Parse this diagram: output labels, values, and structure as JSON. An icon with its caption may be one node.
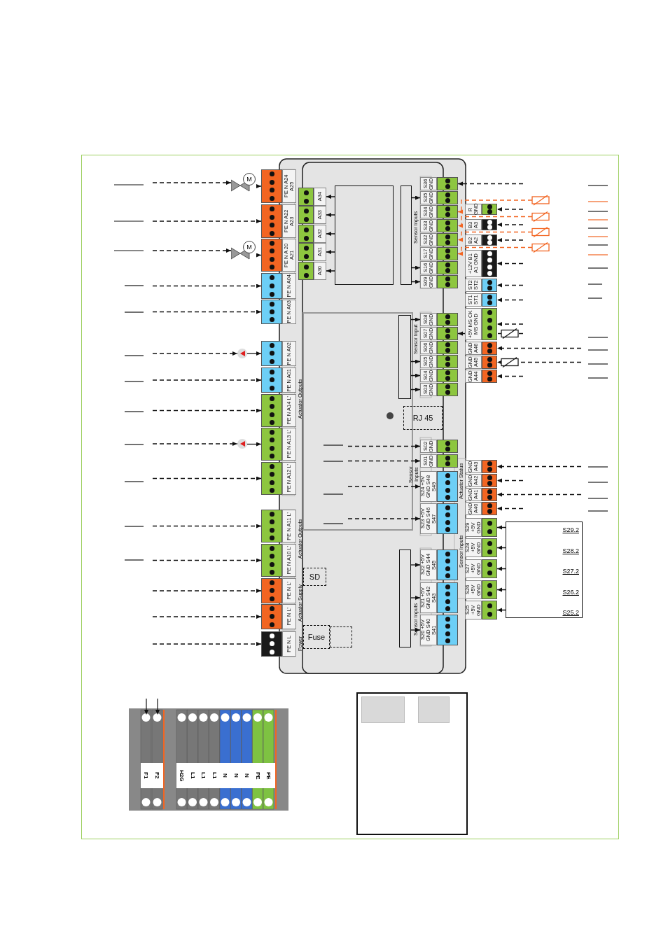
{
  "diagram": {
    "nodes": [
      {
        "text": [
          "PE N A24 A25"
        ]
      },
      {
        "text": [
          "PE N A22 A23"
        ]
      },
      {
        "text": [
          "PE N A 20 A21"
        ]
      },
      {
        "text": [
          "PE N A04"
        ]
      },
      {
        "text": [
          "PE N A03"
        ]
      },
      {
        "text": [
          "PE N A02"
        ]
      },
      {
        "text": [
          "PE N A01"
        ]
      },
      {
        "text": [
          "PE N A14 L'"
        ]
      },
      {
        "text": [
          "PE N A13 L'"
        ]
      },
      {
        "text": [
          "PE N A12 L'"
        ]
      },
      {
        "text": [
          "PE N A11 L'"
        ]
      },
      {
        "text": [
          "PE N A10 L'"
        ]
      },
      {
        "text": [
          "PE N L'"
        ]
      },
      {
        "text": [
          "PE N L'"
        ]
      },
      {
        "text": [
          "PE N L"
        ]
      },
      {
        "text": [
          "A34"
        ]
      },
      {
        "text": [
          "A33"
        ]
      },
      {
        "text": [
          "A32"
        ]
      },
      {
        "text": [
          "A31"
        ]
      },
      {
        "text": [
          "A30"
        ]
      },
      {
        "text": [
          "M"
        ]
      },
      {
        "text": [
          "M"
        ]
      },
      {
        "text": [],
        "shape": "circle"
      },
      {
        "text": [],
        "shape": "circle"
      },
      {
        "text": [],
        "shape": "box"
      },
      {
        "text": [],
        "shape": "bar"
      },
      {
        "text": [],
        "shape": "bar"
      },
      {
        "text": [],
        "shape": "bar"
      },
      {
        "text": [
          "RJ 45"
        ]
      },
      {
        "text": [
          "SD"
        ]
      },
      {
        "text": [
          "Fuse"
        ]
      },
      {
        "text": [],
        "shape": "box"
      },
      {
        "text": [
          "S36 GND"
        ]
      },
      {
        "text": [
          "S35 GND"
        ]
      },
      {
        "text": [
          "S34 GND"
        ]
      },
      {
        "text": [
          "S33 GND"
        ]
      },
      {
        "text": [
          "S32 GND"
        ]
      },
      {
        "text": [
          "S17 GND"
        ]
      },
      {
        "text": [
          "S16 GND"
        ]
      },
      {
        "text": [
          "S09 GND"
        ]
      },
      {
        "text": [
          "S08 GND"
        ]
      },
      {
        "text": [
          "S07 GND"
        ]
      },
      {
        "text": [
          "S06 GND"
        ]
      },
      {
        "text": [
          "S05 GND"
        ]
      },
      {
        "text": [
          "S04 GND"
        ]
      },
      {
        "text": [
          "S03 GND"
        ]
      },
      {
        "text": [
          "S02 GND"
        ]
      },
      {
        "text": [
          "S01 GND"
        ]
      },
      {
        "text": [
          "S24 +5V GND S48 S49"
        ]
      },
      {
        "text": [
          "S23 +5V GND S46 S47"
        ]
      },
      {
        "text": [
          "S22 +5V GND S44 S45"
        ]
      },
      {
        "text": [
          "S21 +5V GND S42 S43"
        ]
      },
      {
        "text": [
          "S20 +5V GND S40 S41"
        ]
      },
      {
        "text": [
          "R GND"
        ]
      },
      {
        "text": [
          "B3 A3"
        ]
      },
      {
        "text": [
          "B2 A2"
        ]
      },
      {
        "text": [
          "+12V B1 A1 GND"
        ]
      },
      {
        "text": [
          "ST2 ST2"
        ]
      },
      {
        "text": [
          "ST1 ST1"
        ]
      },
      {
        "text": [
          "+5V MS CK MS GND"
        ]
      },
      {
        "text": [
          "GND A46"
        ]
      },
      {
        "text": [
          "GND A45"
        ]
      },
      {
        "text": [
          "GND A44"
        ]
      },
      {
        "text": [
          "GND A43"
        ]
      },
      {
        "text": [
          "GND A42"
        ]
      },
      {
        "text": [
          "GND A41"
        ]
      },
      {
        "text": [
          "GND A40"
        ]
      },
      {
        "text": [
          "S29 +5V GND"
        ]
      },
      {
        "text": [
          "S28 +5V GND"
        ]
      },
      {
        "text": [
          "S27 +5V GND"
        ]
      },
      {
        "text": [
          "S26 +5V GND"
        ]
      },
      {
        "text": [
          "S25 +5V GND"
        ]
      },
      {
        "text": [
          "S29.2",
          "S28.2",
          "S27.2",
          "S26.2",
          "S25.2"
        ]
      }
    ],
    "edges": [
      {
        "from": null,
        "to": 20,
        "arrow": "to",
        "style": "dashed"
      },
      {
        "from": 20,
        "to": 0,
        "arrow": "to"
      },
      {
        "from": null,
        "to": 1,
        "arrow": "to",
        "style": "dashed"
      },
      {
        "from": null,
        "to": 21,
        "arrow": "to",
        "style": "dashed"
      },
      {
        "from": 21,
        "to": 2,
        "arrow": "to"
      },
      {
        "from": null,
        "to": 3,
        "arrow": "to",
        "style": "dashed"
      },
      {
        "from": null,
        "to": 4,
        "arrow": "to",
        "style": "dashed"
      },
      {
        "from": null,
        "to": 22,
        "arrow": "to",
        "style": "dashed"
      },
      {
        "from": 22,
        "to": 5,
        "arrow": "to"
      },
      {
        "from": null,
        "to": 6,
        "arrow": "to",
        "style": "dashed"
      },
      {
        "from": null,
        "to": 7,
        "arrow": "to",
        "style": "dashed"
      },
      {
        "from": null,
        "to": 23,
        "arrow": "to",
        "style": "dashed"
      },
      {
        "from": 23,
        "to": 8,
        "arrow": "to"
      },
      {
        "from": null,
        "to": 9,
        "arrow": "to",
        "style": "dashed"
      },
      {
        "from": null,
        "to": 10,
        "arrow": "to",
        "style": "dashed"
      },
      {
        "from": null,
        "to": 11,
        "arrow": "to",
        "style": "dashed"
      },
      {
        "from": null,
        "to": 12,
        "arrow": "to",
        "style": "dashed"
      },
      {
        "from": null,
        "to": 13,
        "arrow": "to",
        "style": "dashed"
      },
      {
        "from": null,
        "to": 14,
        "arrow": "to",
        "style": "dashed"
      },
      {
        "from": 24,
        "to": 15,
        "arrow": "to",
        "style": "dashed"
      },
      {
        "from": 24,
        "to": 16,
        "arrow": "to",
        "style": "dashed"
      },
      {
        "from": 24,
        "to": 17,
        "arrow": "to",
        "style": "dashed"
      },
      {
        "from": 24,
        "to": 18,
        "arrow": "to",
        "style": "dashed"
      },
      {
        "from": 24,
        "to": 19,
        "arrow": "to",
        "style": "dashed"
      },
      {
        "from": null,
        "to": 32,
        "arrow": "to",
        "style": "dashed"
      },
      {
        "from": 25,
        "to": 33,
        "arrow": "to",
        "style": "dashed"
      },
      {
        "from": 25,
        "to": 38,
        "arrow": "to",
        "style": "dashed"
      },
      {
        "from": 25,
        "to": 39,
        "arrow": "to",
        "style": "dashed"
      },
      {
        "from": null,
        "to": 34,
        "arrow": "to",
        "style": "dashed",
        "color": "#f26522"
      },
      {
        "from": null,
        "to": 35,
        "arrow": "to",
        "style": "dashed",
        "color": "#f26522"
      },
      {
        "from": null,
        "to": 36,
        "arrow": "to",
        "style": "dashed",
        "color": "#f26522"
      },
      {
        "from": null,
        "to": 37,
        "arrow": "to",
        "style": "dashed",
        "color": "#f26522"
      },
      {
        "from": null,
        "to": 53,
        "arrow": "to",
        "style": "dashed"
      },
      {
        "from": null,
        "to": 54,
        "arrow": "to",
        "style": "dashed"
      },
      {
        "from": null,
        "to": 55,
        "arrow": "to",
        "style": "dashed"
      },
      {
        "from": null,
        "to": 56,
        "arrow": "to",
        "style": "dashed"
      },
      {
        "from": null,
        "to": 57,
        "arrow": "to",
        "style": "dashed"
      },
      {
        "from": null,
        "to": 58,
        "arrow": "to",
        "style": "dashed"
      },
      {
        "from": null,
        "to": 59,
        "arrow": "to",
        "style": "dashed"
      },
      {
        "from": null,
        "to": 41,
        "arrow": "to",
        "style": "dashed"
      },
      {
        "from": null,
        "to": 60,
        "arrow": "to",
        "style": "dashed"
      },
      {
        "from": null,
        "to": 61,
        "arrow": "to",
        "style": "dashed"
      },
      {
        "from": null,
        "to": 62,
        "arrow": "to",
        "style": "dashed"
      },
      {
        "from": 26,
        "to": 40,
        "arrow": "to",
        "style": "dashed"
      },
      {
        "from": 26,
        "to": 43,
        "arrow": "to",
        "style": "dashed"
      },
      {
        "from": 26,
        "to": 44,
        "arrow": "to",
        "style": "dashed"
      },
      {
        "from": 26,
        "to": 45,
        "arrow": "to",
        "style": "dashed"
      },
      {
        "from": null,
        "to": 46,
        "arrow": "to",
        "style": "dashed"
      },
      {
        "from": null,
        "to": 47,
        "arrow": "to",
        "style": "dashed"
      },
      {
        "from": null,
        "to": 48,
        "arrow": "to",
        "style": "dashed"
      },
      {
        "from": null,
        "to": 49,
        "arrow": "to",
        "style": "dashed"
      },
      {
        "from": null,
        "to": 63,
        "arrow": "to",
        "style": "dashed"
      },
      {
        "from": null,
        "to": 64,
        "arrow": "to",
        "style": "dashed"
      },
      {
        "from": null,
        "to": 65,
        "arrow": "to",
        "style": "dashed"
      },
      {
        "from": null,
        "to": 66,
        "arrow": "to",
        "style": "dashed"
      },
      {
        "from": 72,
        "to": 67,
        "arrow": "to",
        "style": "dashed"
      },
      {
        "from": 72,
        "to": 68,
        "arrow": "to",
        "style": "dashed"
      },
      {
        "from": 72,
        "to": 69,
        "arrow": "to",
        "style": "dashed"
      },
      {
        "from": 72,
        "to": 70,
        "arrow": "to",
        "style": "dashed"
      },
      {
        "from": 72,
        "to": 71,
        "arrow": "to",
        "style": "dashed"
      },
      {
        "from": 27,
        "to": 50,
        "arrow": "to"
      },
      {
        "from": 27,
        "to": 51,
        "arrow": "to"
      },
      {
        "from": 27,
        "to": 52,
        "arrow": "to"
      }
    ],
    "labels": [
      "Sensor Inputs",
      "Sensor Input",
      "Actuator Outputs",
      "Sensor Inputs",
      "Actuator Status",
      "Actuator Outputs",
      "Sensor Inputs",
      "Actuator Supply",
      "Sensor Inputs",
      "Power",
      "F1",
      "F2",
      "H2G",
      "L1",
      "L1",
      "L1",
      "N",
      "N",
      "N",
      "PE",
      "PE"
    ]
  }
}
